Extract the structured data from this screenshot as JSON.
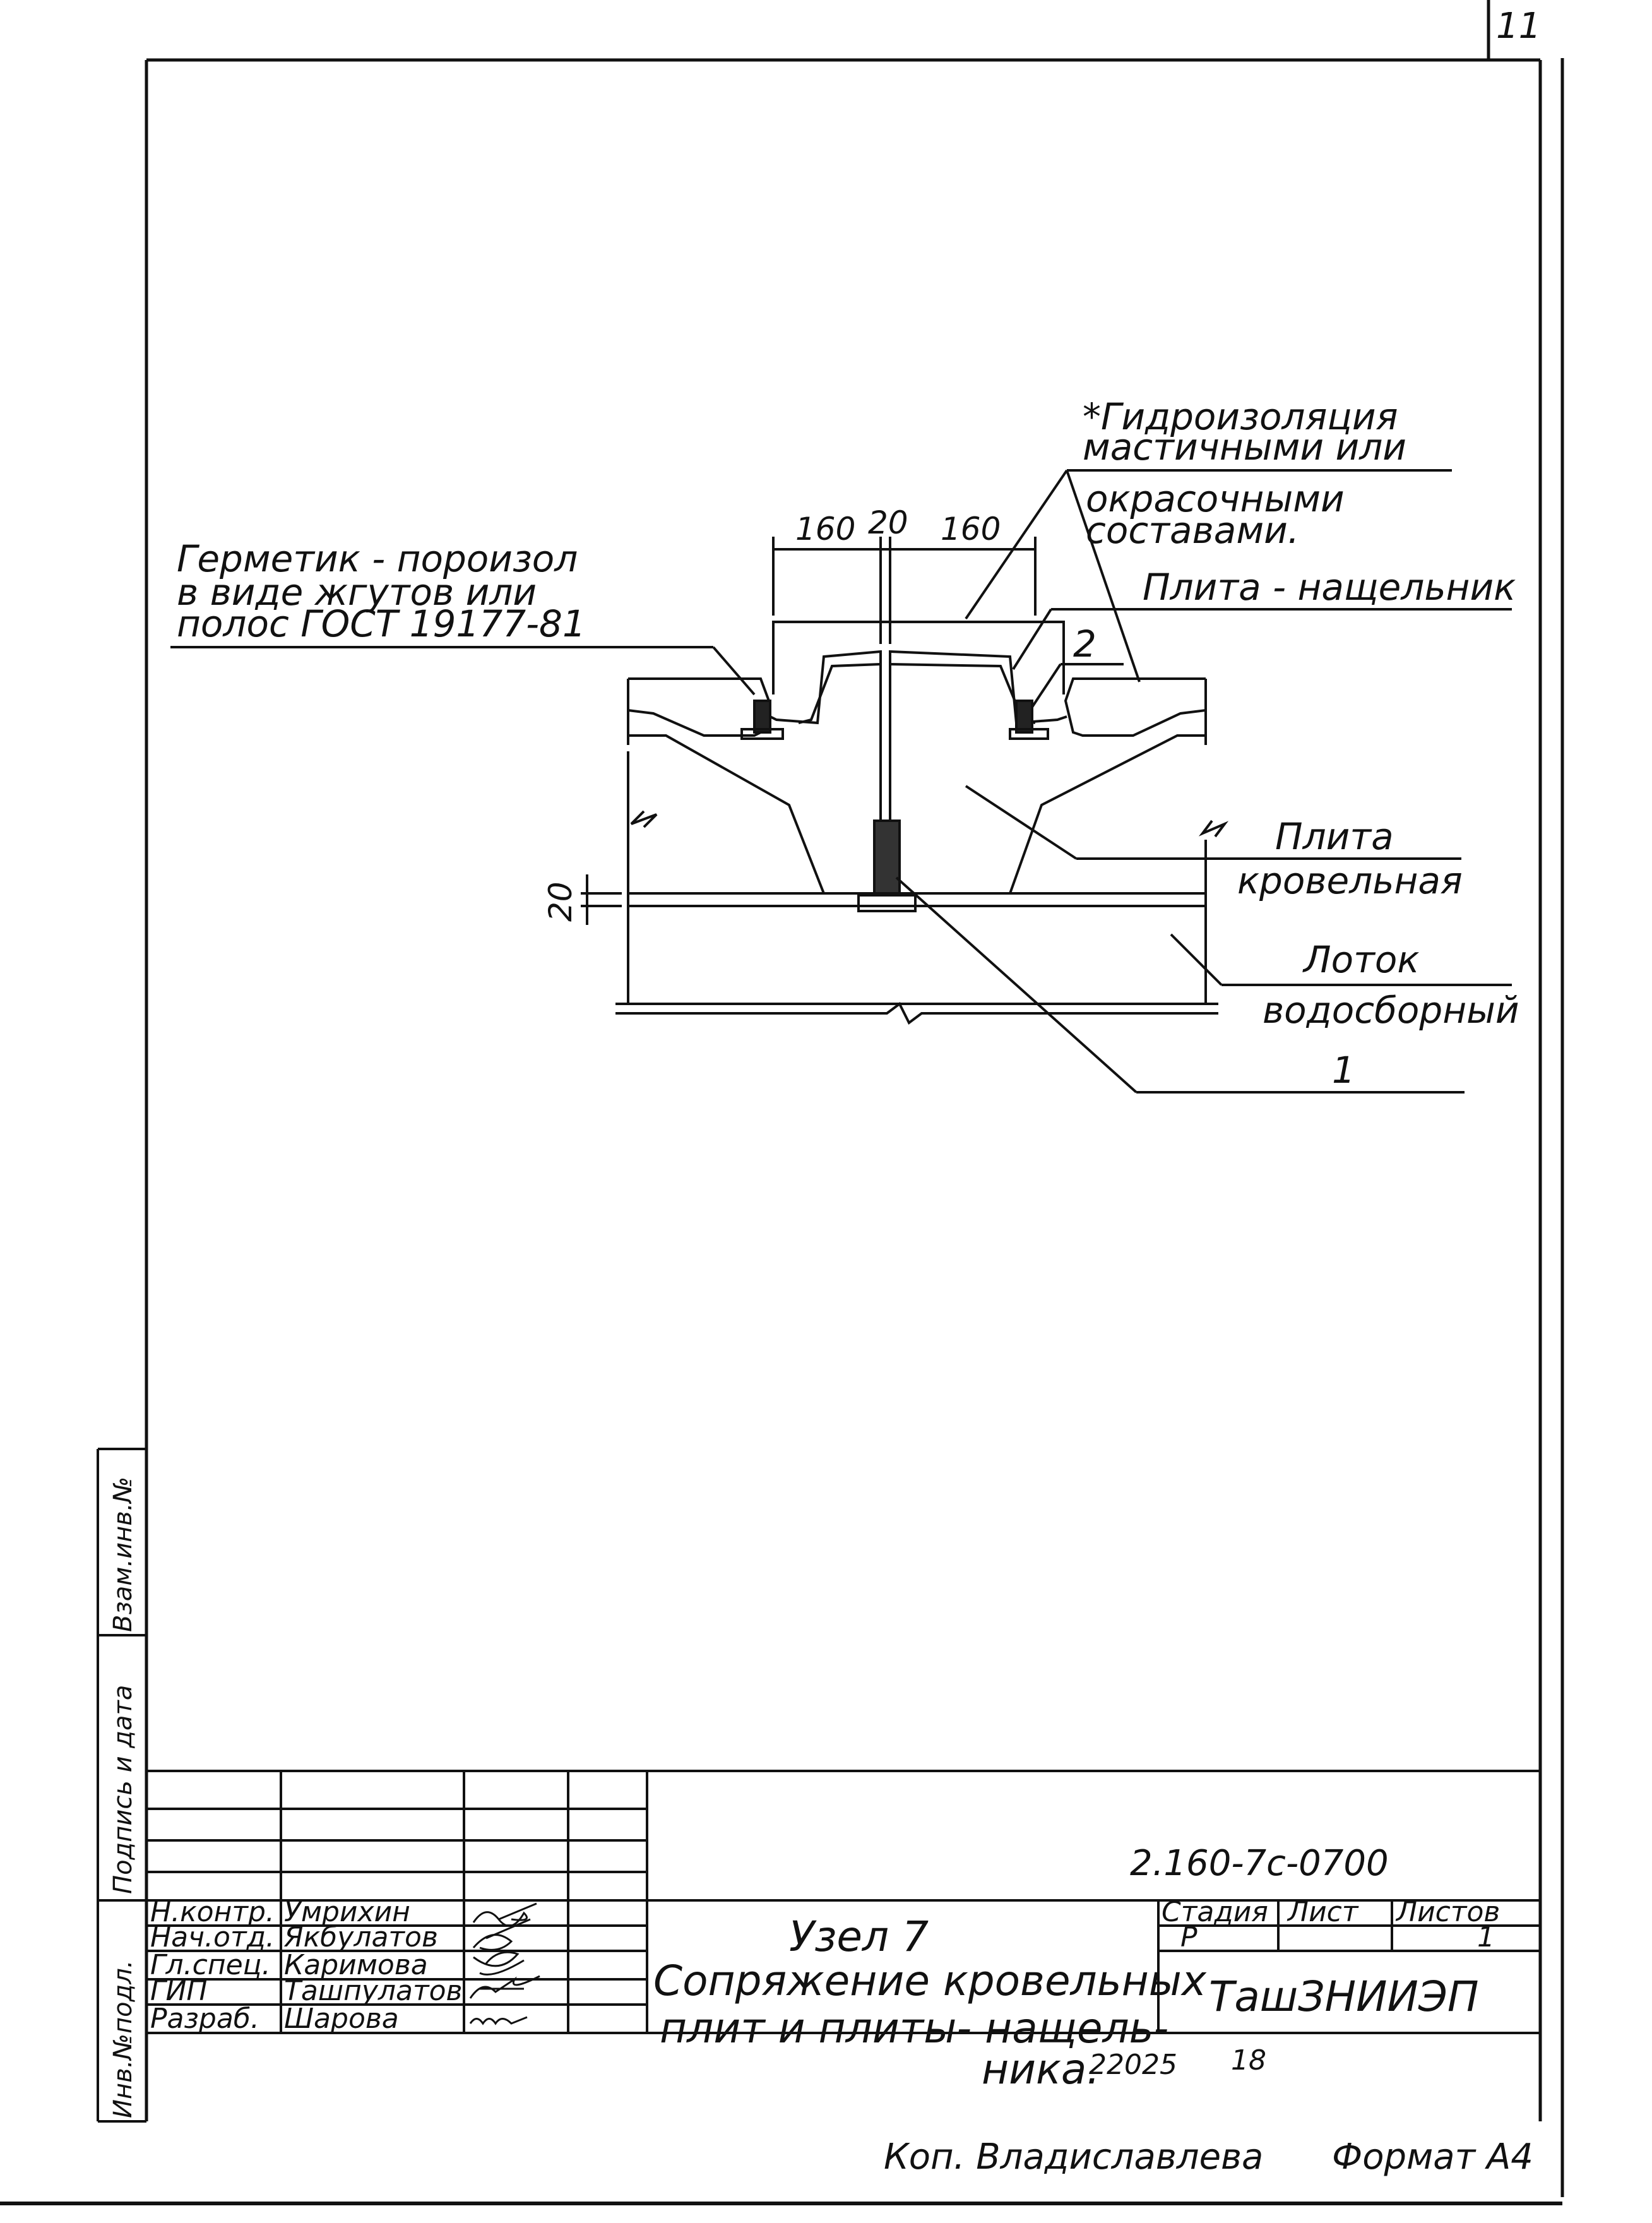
{
  "sheet_corner": "11",
  "labels": {
    "hydro_l1": "*Гидроизоляция",
    "hydro_l2": "мастичными или",
    "hydro_l3": "окрасочными",
    "hydro_l4": "составами.",
    "germ_l1": "Герметик - пороизол",
    "germ_l2": "в виде жгутов или",
    "germ_l3": "полос ГОСТ 19177-81",
    "plate_cover": "Плита - нащельник",
    "plate_roof_l1": "Плита",
    "plate_roof_l2": "кровельная",
    "tray_l1": "Лоток",
    "tray_l2": "водосборный",
    "callout_1": "1",
    "callout_2": "2"
  },
  "dimensions": {
    "d_left": "160",
    "d_mid": "20",
    "d_right": "160",
    "d_vert": "20"
  },
  "side_stamp": {
    "inv_orig": "Инв.№подл.",
    "sign_date": "Подпись и дата",
    "inv_repl": "Взам.инв.№"
  },
  "title_block": {
    "doc_code": "2.160-7с-0700",
    "roles": [
      "Н.контр.",
      "Нач.отд.",
      "Гл.спец.",
      "ГИП",
      "Разраб."
    ],
    "names": [
      "Умрихин",
      "Якбулатов",
      "Каримова",
      "Ташпулатов",
      "Шарова"
    ],
    "title_l1": "Узел 7",
    "title_l2": "Сопряжение кровельных",
    "title_l3": "плит и плиты- нащель-",
    "title_l4": "ника.",
    "stage_h": "Стадия",
    "sheet_h": "Лист",
    "sheets_h": "Листов",
    "stage_v": "Р",
    "sheets_v": "1",
    "org": "ТашЗНИИЭП"
  },
  "footer": {
    "num1": "22025",
    "num2": "18",
    "copied": "Коп. Владиславлева",
    "format": "Формат А4"
  }
}
